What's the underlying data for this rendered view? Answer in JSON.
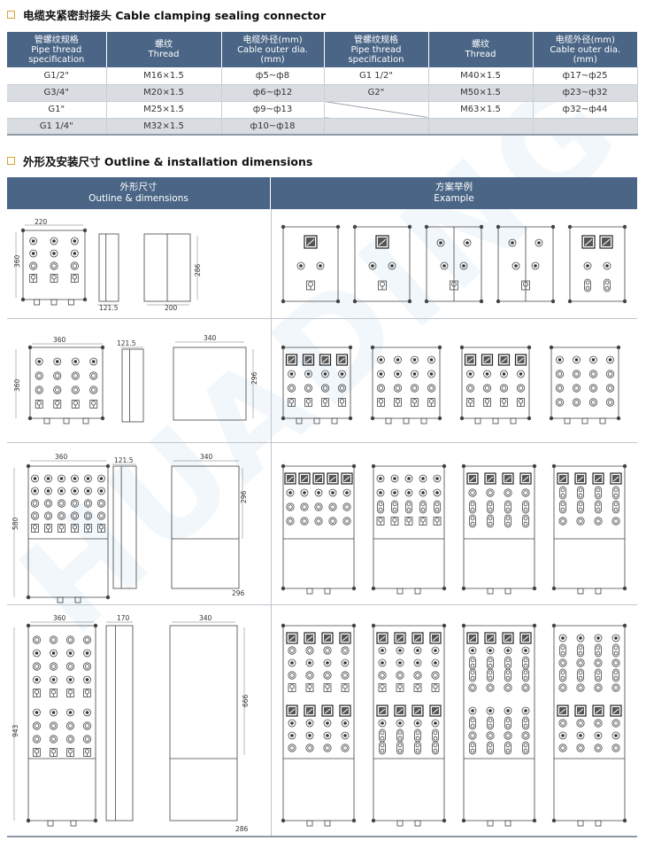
{
  "section1": {
    "title": "电缆夹紧密封接头 Cable clamping sealing connector"
  },
  "cable_table": {
    "headers": [
      [
        "管螺纹规格",
        "Pipe thread",
        "specification"
      ],
      [
        "螺纹",
        "Thread"
      ],
      [
        "电缆外径(mm)",
        "Cable outer dia.",
        "(mm)"
      ],
      [
        "管螺纹规格",
        "Pipe thread",
        "specification"
      ],
      [
        "螺纹",
        "Thread"
      ],
      [
        "电缆外径(mm)",
        "Cable outer dia.",
        "(mm)"
      ]
    ],
    "left_rows": [
      [
        "G1/2\"",
        "M16×1.5",
        "ф5~ф8"
      ],
      [
        "G3/4\"",
        "M20×1.5",
        "ф6~ф12"
      ],
      [
        "G1\"",
        "M25×1.5",
        "ф9~ф13"
      ],
      [
        "G1 1/4\"",
        "M32×1.5",
        "ф10~ф18"
      ]
    ],
    "right_rows": [
      [
        "G1 1/2\"",
        "M40×1.5",
        "ф17~ф25"
      ],
      [
        "G2\"",
        "M50×1.5",
        "ф23~ф32"
      ],
      [
        "",
        "M63×1.5",
        "ф32~ф44"
      ],
      [
        "",
        "",
        ""
      ]
    ]
  },
  "section2": {
    "title": "外形及安装尺寸 Outline & installation dimensions"
  },
  "outline_table": {
    "left_header": [
      "外形尺寸",
      "Outline & dimensions"
    ],
    "right_header": [
      "方案举例",
      "Example"
    ],
    "rows": [
      {
        "dims": [
          "220",
          "360",
          "121.5",
          "286",
          "200"
        ]
      },
      {
        "dims": [
          "360",
          "360",
          "121.5",
          "340",
          "296"
        ]
      },
      {
        "dims": [
          "360",
          "580",
          "121.5",
          "340",
          "296",
          "296"
        ]
      },
      {
        "dims": [
          "360",
          "943",
          "170",
          "340",
          "666",
          "286"
        ]
      }
    ]
  },
  "watermark": "HUADING",
  "colors": {
    "header_bg": "#4a6585",
    "alt_row": "#d9dde2",
    "accent_box": "#d6a534"
  }
}
